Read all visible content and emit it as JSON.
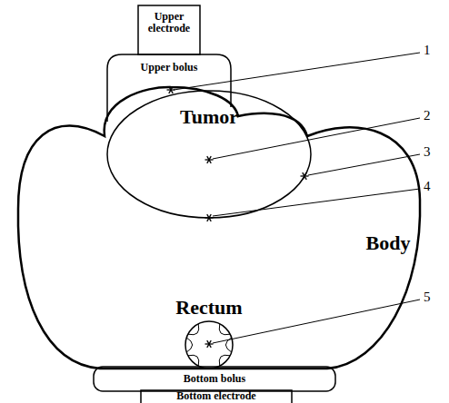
{
  "diagram": {
    "nodes": [
      {
        "text": [
          "Upper electrode"
        ]
      },
      {
        "text": [
          "Upper bolus"
        ]
      },
      {
        "text": [
          "Body"
        ]
      },
      {
        "text": [
          "Tumor"
        ],
        "in": 2
      },
      {
        "text": [
          "Rectum"
        ],
        "in": 2
      },
      {
        "text": [
          "Bottom bolus"
        ]
      },
      {
        "text": [
          "Bottom electrode"
        ]
      }
    ],
    "labels": [
      "1",
      "2",
      "3",
      "4",
      "5"
    ]
  }
}
